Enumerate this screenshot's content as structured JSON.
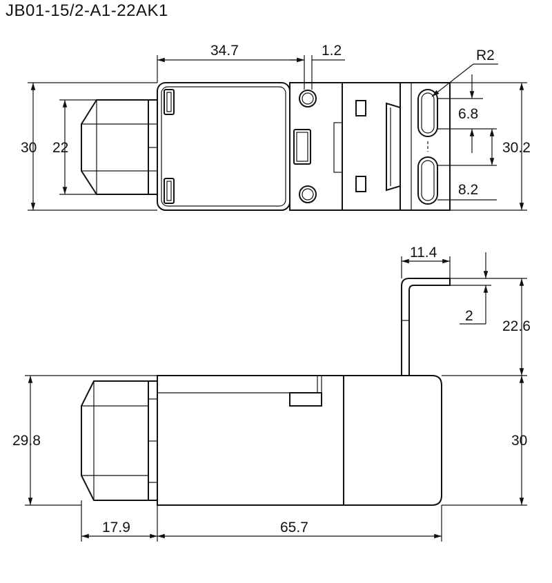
{
  "title": "JB01-15/2-A1-22AK1",
  "dimensions": {
    "top_width": "34.7",
    "top_gap": "1.2",
    "radius": "R2",
    "height_total": "30",
    "thread_height": "22",
    "slot_pitch": "6.8",
    "bracket_height": "30.2",
    "slot_offset": "8.2",
    "bracket_width": "11.4",
    "bracket_thickness": "2",
    "bracket_rise": "22.6",
    "side_height": "29.8",
    "side_height_right": "30",
    "nut_length": "17.9",
    "body_length": "65.7"
  }
}
